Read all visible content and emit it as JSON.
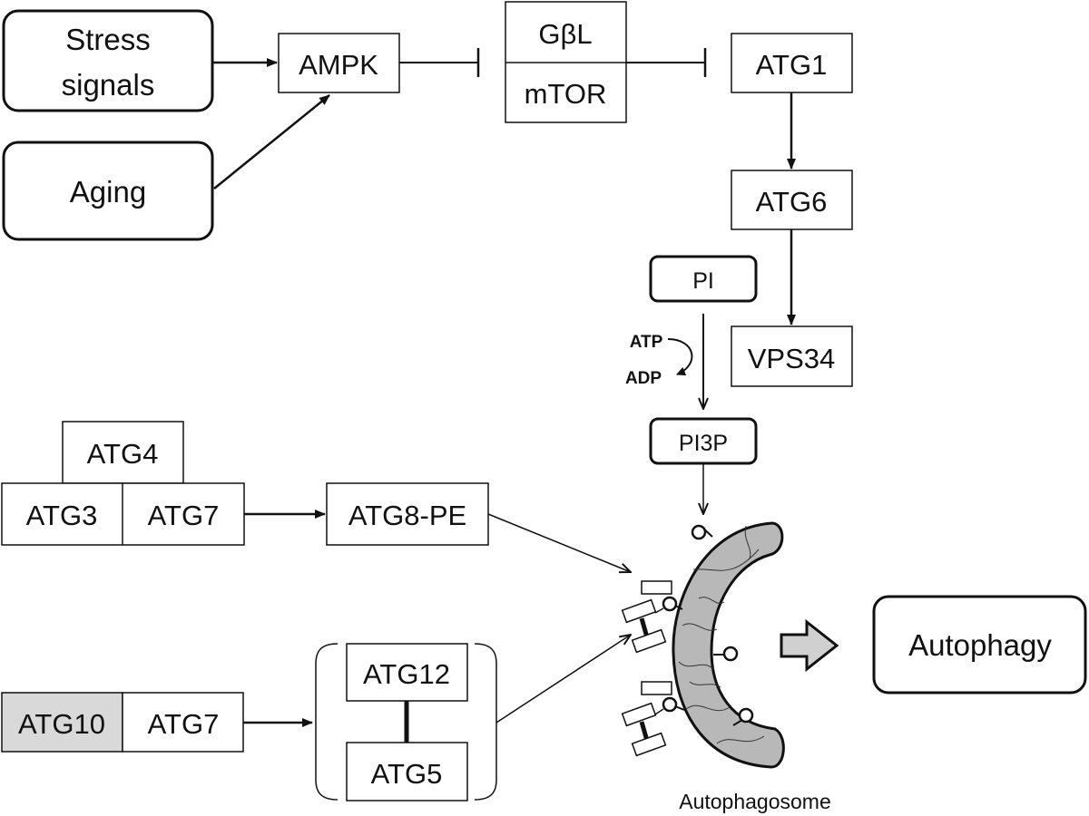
{
  "diagram": {
    "nodes": {
      "stress_signals": [
        "Stress",
        "signals"
      ],
      "aging": "Aging",
      "ampk": "AMPK",
      "gbl": "GβL",
      "mtor": "mTOR",
      "atg1": "ATG1",
      "atg6": "ATG6",
      "vps34": "VPS34",
      "pi": "PI",
      "pi3p": "PI3P",
      "atp": "ATP",
      "adp": "ADP",
      "atg4": "ATG4",
      "atg3": "ATG3",
      "atg7_top": "ATG7",
      "atg8_pe": "ATG8-PE",
      "atg10": "ATG10",
      "atg7_bottom": "ATG7",
      "atg12": "ATG12",
      "atg5": "ATG5",
      "autophagosome": "Autophagosome",
      "autophagy": "Autophagy"
    },
    "colors": {
      "line": "#111111",
      "membrane_fill": "#b8b8b8",
      "atg10_fill": "#d9d9d9",
      "arrow_fill": "#d0d0d0"
    }
  }
}
